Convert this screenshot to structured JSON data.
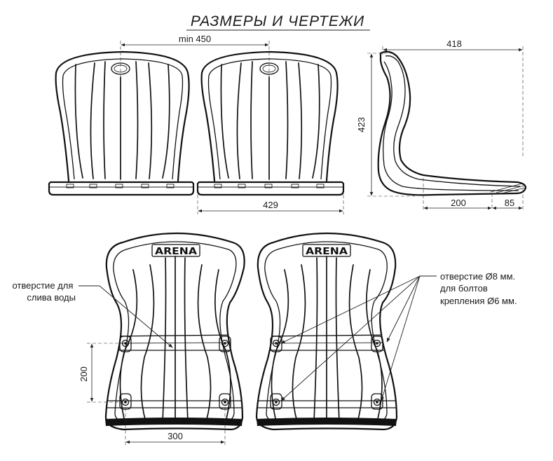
{
  "title": "РАЗМЕРЫ И ЧЕРТЕЖИ",
  "logo": "ARENA",
  "dimensions": {
    "min_spacing": "min 450",
    "seat_width": "429",
    "side_depth": "418",
    "side_height": "423",
    "seat_depth": "200",
    "front_lip": "85",
    "hole_vertical": "200",
    "hole_horizontal": "300"
  },
  "callouts": {
    "drain_hole": [
      "отверстие для",
      "слива воды"
    ],
    "mount_hole": [
      "отверстие Ø8 мм.",
      "для болтов",
      "крепления Ø6 мм."
    ]
  }
}
